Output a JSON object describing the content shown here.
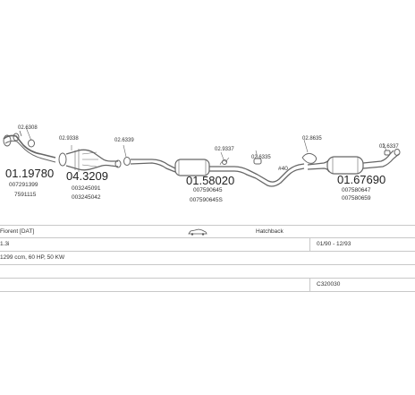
{
  "parts": [
    {
      "part_no": "02.6308",
      "id": "ref-1"
    },
    {
      "part_no": "01.19780",
      "id": "code-1"
    },
    {
      "part_no": "007291399",
      "id": "sub-1a"
    },
    {
      "part_no": "7591115",
      "id": "sub-1b"
    },
    {
      "part_no": "02.9338",
      "id": "ref-2"
    },
    {
      "part_no": "04.3209",
      "id": "code-2"
    },
    {
      "part_no": "003245091",
      "id": "sub-2a"
    },
    {
      "part_no": "003245042",
      "id": "sub-2b"
    },
    {
      "part_no": "02.6339",
      "id": "ref-3"
    },
    {
      "part_no": "02.9337",
      "id": "ref-4"
    },
    {
      "part_no": "01.58020",
      "id": "code-3"
    },
    {
      "part_no": "007590645",
      "id": "sub-3a"
    },
    {
      "part_no": "007590645S",
      "id": "sub-3b"
    },
    {
      "part_no": "02.6335",
      "id": "ref-5"
    },
    {
      "part_no": "#40",
      "id": "ref-6"
    },
    {
      "part_no": "02.8635",
      "id": "ref-7"
    },
    {
      "part_no": "02.6337",
      "id": "ref-8"
    },
    {
      "part_no": "01.67690",
      "id": "code-4"
    },
    {
      "part_no": "007580647",
      "id": "sub-4a"
    },
    {
      "part_no": "007580659",
      "id": "sub-4b"
    }
  ],
  "vehicle": {
    "model": "Fiorent [DAT]",
    "body": "Hatchback",
    "engine": "1.3i",
    "years": "01/90 - 12/93",
    "specs": "1299 ccm, 60 HP, 50 KW",
    "catalog_code": "C320030"
  }
}
